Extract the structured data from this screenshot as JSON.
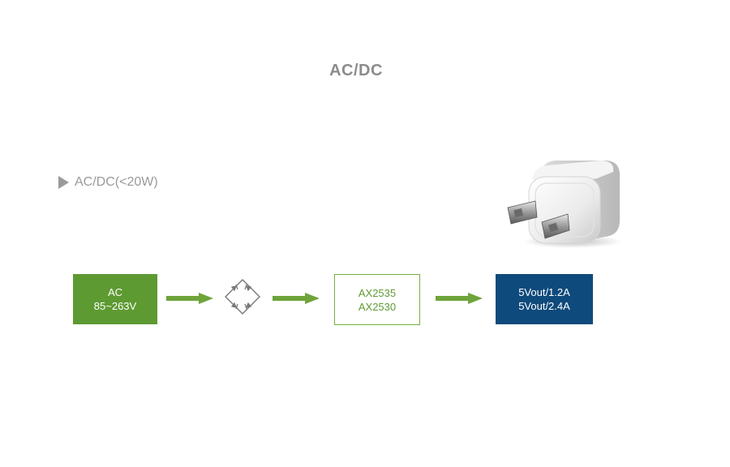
{
  "title": "AC/DC",
  "section_label": "AC/DC(<20W)",
  "blocks": {
    "input": {
      "line1": "AC",
      "line2": "85~263V"
    },
    "ic": {
      "line1": "AX2535",
      "line2": "AX2530"
    },
    "output": {
      "line1": "5Vout/1.2A",
      "line2": "5Vout/2.4A"
    }
  },
  "icons": {
    "section_marker": "triangle-right-icon",
    "rectifier": "bridge-rectifier-icon",
    "product": "usb-wall-charger-image",
    "flow_arrow": "arrow-right-icon"
  },
  "colors": {
    "title": "#8c8c8c",
    "section_label": "#9a9a9a",
    "input_fill": "#5e9a32",
    "ic_border": "#74b043",
    "ic_text": "#5e9a32",
    "output_fill": "#0f4a7c",
    "arrow": "#6ea43a"
  }
}
